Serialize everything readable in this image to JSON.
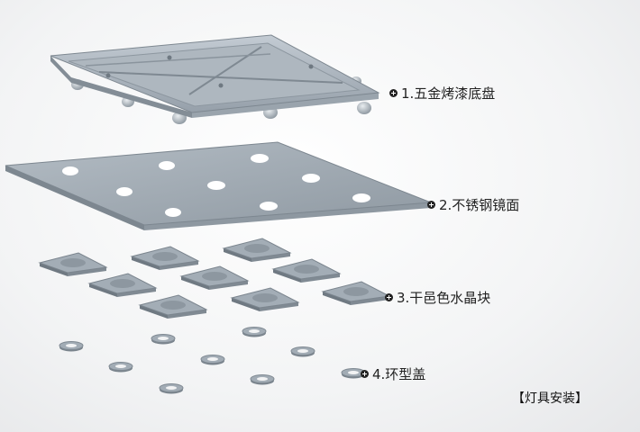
{
  "callouts": [
    {
      "label": "1.五金烤漆底盘"
    },
    {
      "label": "2.不锈钢镜面"
    },
    {
      "label": "3.干邑色水晶块"
    },
    {
      "label": "4.环型盖"
    }
  ],
  "caption": "【灯具安装】",
  "colors": {
    "tray_frame": "#a9b3bd",
    "tray_rim": "#7e8891",
    "mirror_panel": "#a3acb4",
    "crystal_block": "#9aa4ad",
    "ring_cap": "#9ba5ae",
    "text": "#222222"
  },
  "icons": {
    "callout_marker": "plus-circle-icon"
  }
}
